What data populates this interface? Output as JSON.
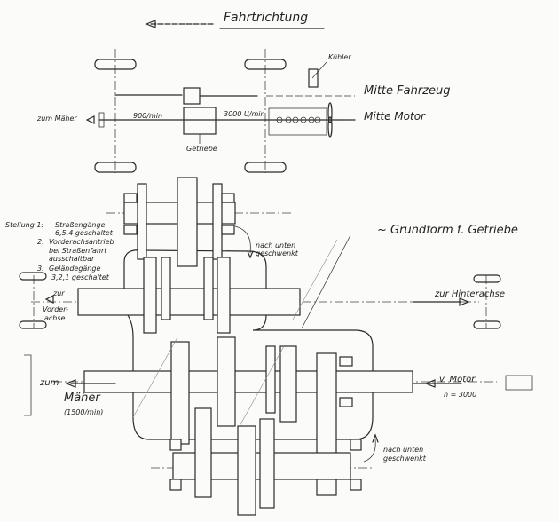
{
  "title": "Fahrtrichtung",
  "vehicle_layout": {
    "label_center_vehicle": "Mitte Fahrzeug",
    "label_center_engine": "Mitte Motor",
    "label_radiator": "Kühler",
    "label_to_mower": "zum Mäher",
    "speed_mower_shaft": "900/min",
    "speed_engine": "3000 U/min",
    "label_gearbox": "Getriebe"
  },
  "gearbox_title": "~ Grundform f. Getriebe",
  "positions": [
    {
      "label": "Stellung 1:",
      "text": "Straßengänge",
      "detail": "6,5,4 geschaltet"
    },
    {
      "label": "2:",
      "text": "Vorderachsantrieb",
      "detail": "bei Straßenfahrt",
      "detail2": "ausschaltbar"
    },
    {
      "label": "3:",
      "text": "Geländegänge",
      "detail": "3,2,1 geschaltet"
    }
  ],
  "annotations": {
    "swivel_down_upper": [
      "nach unten",
      "geschwenkt"
    ],
    "swivel_down_lower": [
      "nach unten",
      "geschwenkt"
    ],
    "to_front_axle": [
      "zur",
      "Vorder-",
      "achse"
    ],
    "to_rear_axle": "zur Hinterachse",
    "to_mower_line1": "zum",
    "to_mower_line2": "Mäher",
    "mower_speed": "(1500/min)",
    "from_engine": "v. Motor",
    "engine_speed": "n = 3000"
  }
}
